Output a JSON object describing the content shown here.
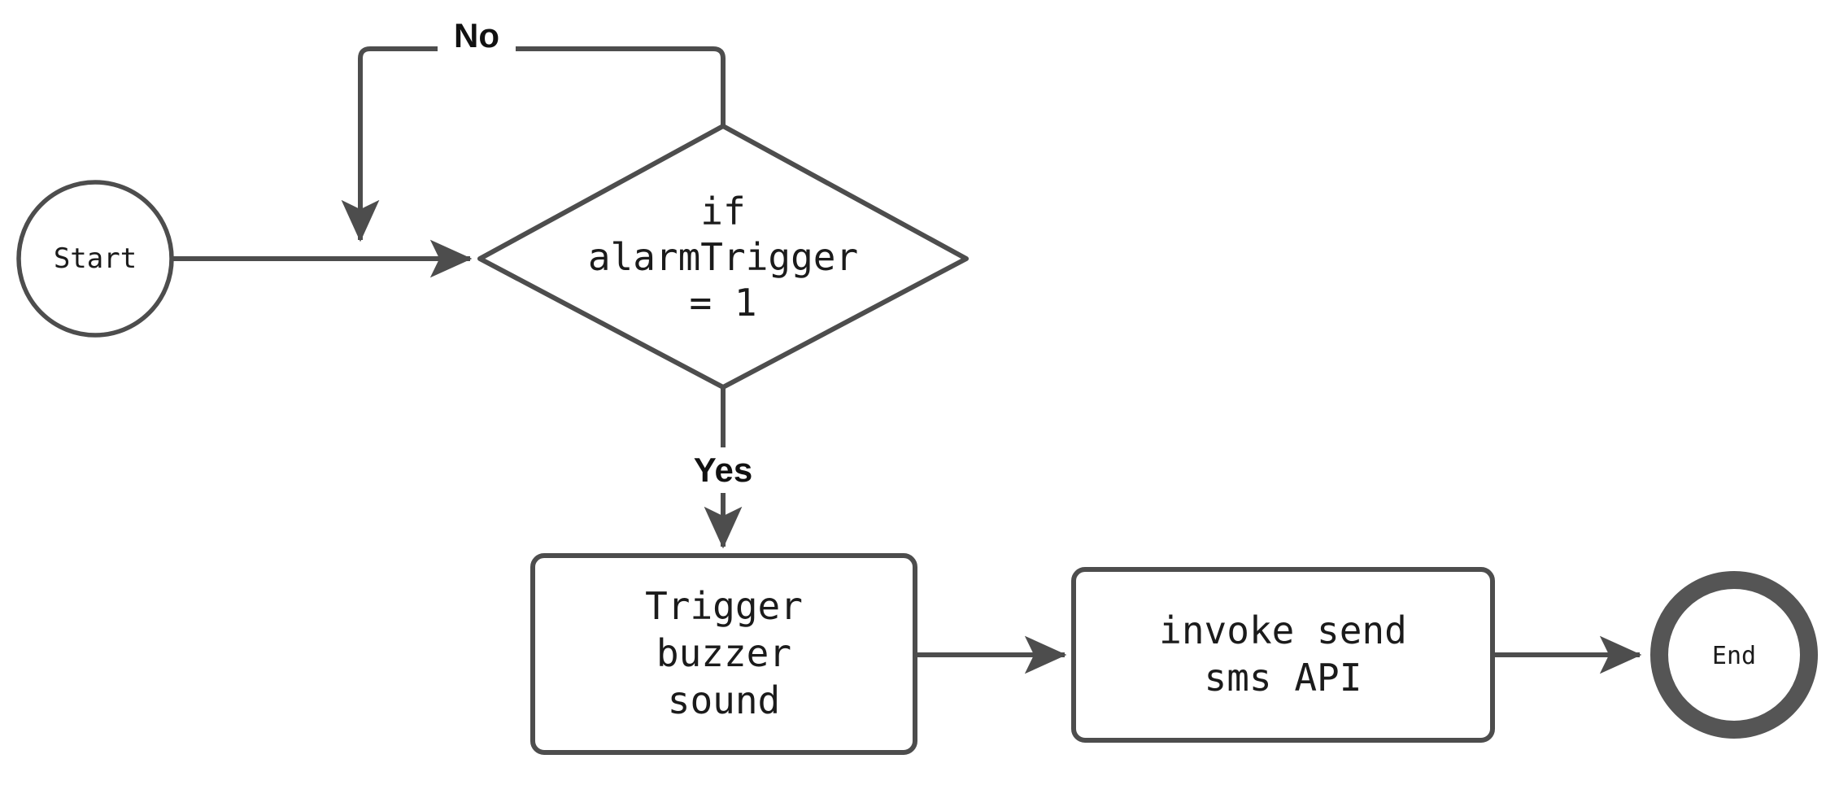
{
  "diagram": {
    "type": "flowchart",
    "orientation": "left-to-right",
    "background_color": "#ffffff",
    "stroke_color": "#4d4d4d",
    "text_color": "#1b1b1b",
    "label_color": "#111111"
  },
  "nodes": {
    "start": {
      "id": "start",
      "shape": "circle",
      "label": "Start"
    },
    "decision": {
      "id": "decision",
      "shape": "diamond",
      "label": "if\nalarmTrigger\n= 1",
      "line1": "if",
      "line2": "alarmTrigger",
      "line3": "= 1"
    },
    "process_buzzer": {
      "id": "process_buzzer",
      "shape": "rounded-rectangle",
      "label": "Trigger\nbuzzer\nsound",
      "line1": "Trigger",
      "line2": "buzzer",
      "line3": "sound"
    },
    "process_sms": {
      "id": "process_sms",
      "shape": "rounded-rectangle",
      "label": "invoke send\nsms API",
      "line1": "invoke send",
      "line2": "sms API"
    },
    "end": {
      "id": "end",
      "shape": "double-circle",
      "label": "End"
    }
  },
  "edges": [
    {
      "from": "start",
      "to": "decision",
      "label": "",
      "arrow": true
    },
    {
      "from": "decision",
      "to": "decision",
      "label": "No",
      "arrow": true,
      "route": "loop-back-top-left"
    },
    {
      "from": "decision",
      "to": "process_buzzer",
      "label": "Yes",
      "arrow": true
    },
    {
      "from": "process_buzzer",
      "to": "process_sms",
      "label": "",
      "arrow": true
    },
    {
      "from": "process_sms",
      "to": "end",
      "label": "",
      "arrow": true
    }
  ],
  "edge_labels": {
    "no": "No",
    "yes": "Yes"
  }
}
